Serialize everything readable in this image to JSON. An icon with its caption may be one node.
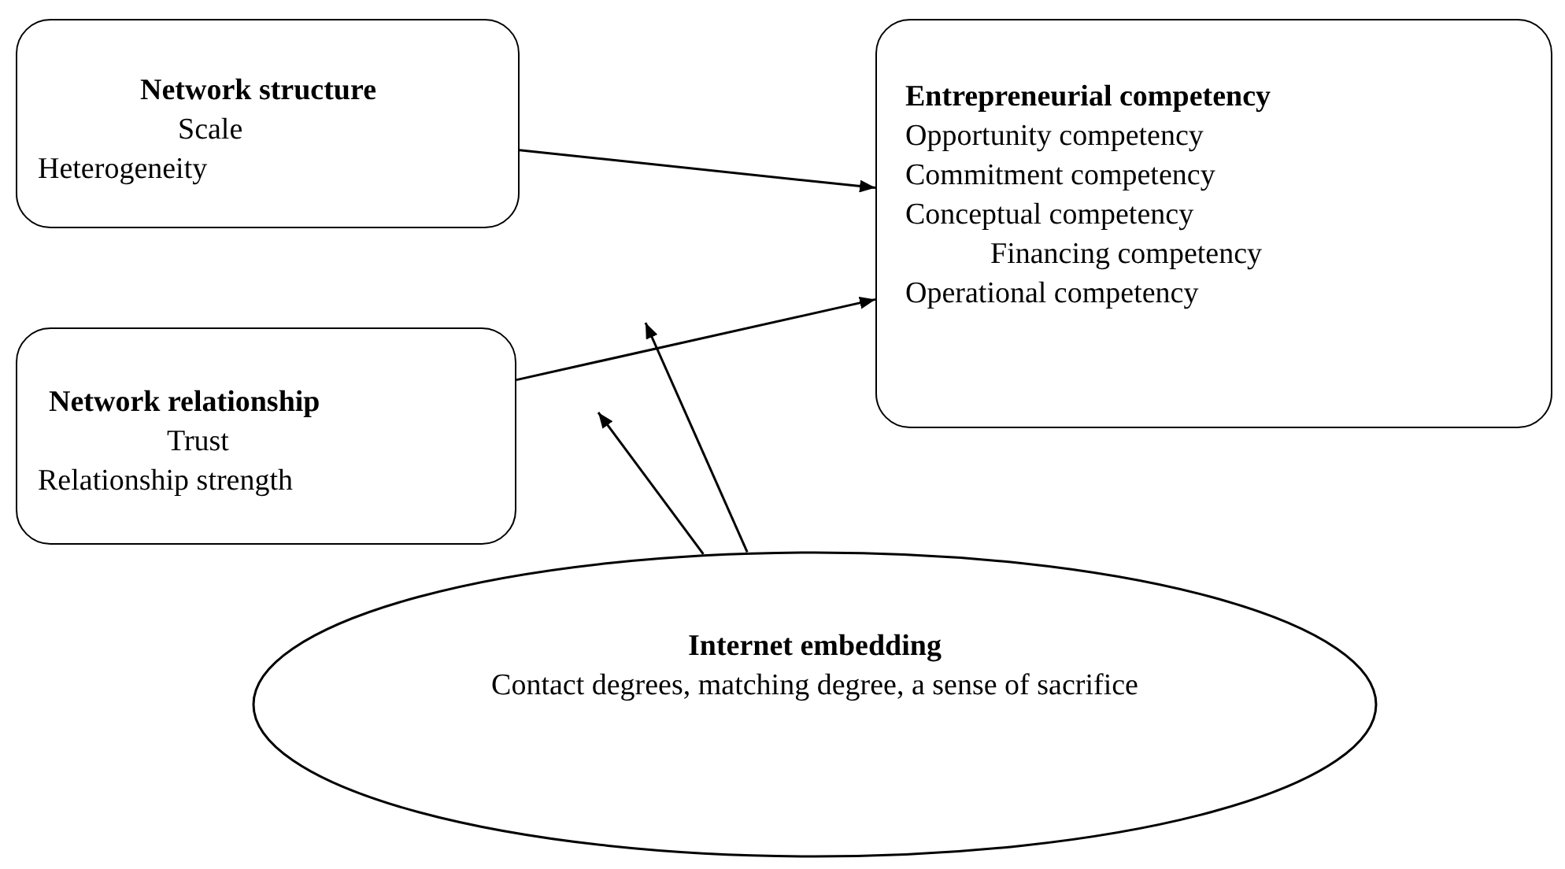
{
  "diagram": {
    "nodes": [
      {
        "text": [
          "Network structure",
          "Scale",
          "Heterogeneity"
        ]
      },
      {
        "text": [
          "Network relationship",
          "Trust",
          "Relationship strength"
        ]
      },
      {
        "text": [
          "Entrepreneurial competency",
          "Opportunity competency",
          "Commitment competency",
          "Conceptual competency",
          "Financing competency",
          "Operational competency"
        ]
      },
      {
        "text": [
          "Internet embedding",
          "Contact degrees, matching degree, a sense of sacrifice"
        ]
      }
    ],
    "edges": [
      {
        "from": 0,
        "to": 2,
        "arrow": "to"
      },
      {
        "from": 1,
        "to": 2,
        "arrow": "to"
      },
      {
        "from": 3,
        "to": null,
        "arrow": "to"
      },
      {
        "from": 3,
        "to": null,
        "arrow": "to"
      }
    ]
  }
}
